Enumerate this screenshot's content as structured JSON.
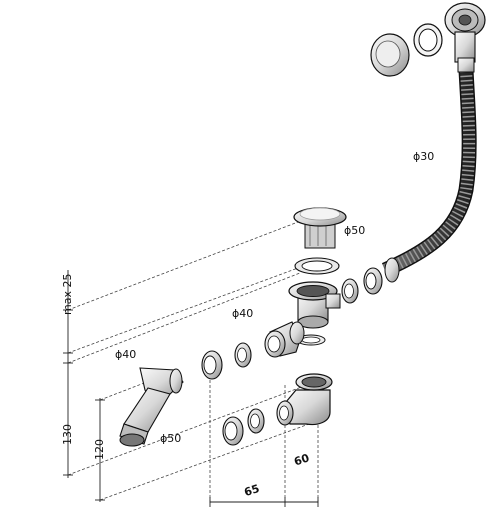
{
  "labels": {
    "phi30": "ϕ30",
    "phi50_top": "ϕ50",
    "phi40_mid": "ϕ40",
    "phi40_left": "ϕ40",
    "phi50_left": "ϕ50",
    "max25": "max 25",
    "d130": "130",
    "d120": "120",
    "d65": "65",
    "d60": "60"
  },
  "colors": {
    "line": "#111111",
    "part_fill": "#e6e6e6",
    "part_shade": "#9a9a9a",
    "background": "#ffffff"
  }
}
